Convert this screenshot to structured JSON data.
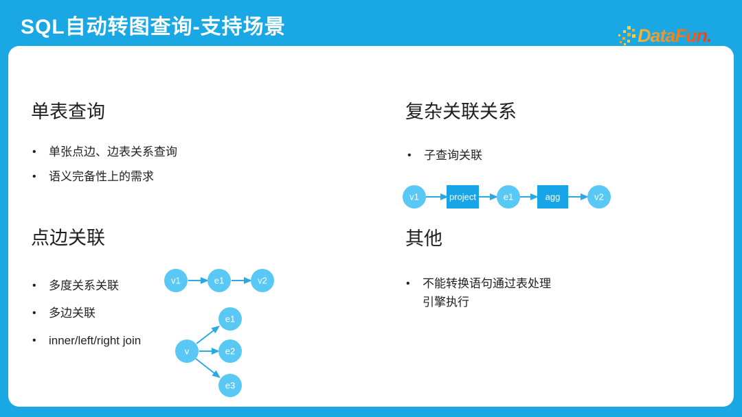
{
  "slide": {
    "title": "SQL自动转图查询-支持场景",
    "logo_text": "DataFun."
  },
  "sections": {
    "single_table": {
      "heading": "单表查询",
      "bullets": [
        "单张点边、边表关系查询",
        "语义完备性上的需求"
      ]
    },
    "complex_relation": {
      "heading": "复杂关联关系",
      "bullets": [
        "子查询关联"
      ]
    },
    "vertex_edge": {
      "heading": "点边关联",
      "bullets": [
        "多度关系关联",
        "多边关联",
        "inner/left/right join"
      ]
    },
    "other": {
      "heading": "其他",
      "bullets": [
        "不能转换语句通过表处理引擎执行"
      ]
    }
  },
  "diagrams": {
    "subquery_pipeline": {
      "nodes": [
        {
          "id": "v1",
          "label": "v1",
          "shape": "circle"
        },
        {
          "id": "project",
          "label": "project",
          "shape": "rect"
        },
        {
          "id": "e1",
          "label": "e1",
          "shape": "circle"
        },
        {
          "id": "agg",
          "label": "agg",
          "shape": "rect"
        },
        {
          "id": "v2",
          "label": "v2",
          "shape": "circle"
        }
      ],
      "edges": [
        [
          "v1",
          "project"
        ],
        [
          "project",
          "e1"
        ],
        [
          "e1",
          "agg"
        ],
        [
          "agg",
          "v2"
        ]
      ]
    },
    "multi_hop_chain": {
      "nodes": [
        {
          "id": "v1",
          "label": "v1",
          "shape": "circle"
        },
        {
          "id": "e1",
          "label": "e1",
          "shape": "circle"
        },
        {
          "id": "v2",
          "label": "v2",
          "shape": "circle"
        }
      ],
      "edges": [
        [
          "v1",
          "e1"
        ],
        [
          "e1",
          "v2"
        ]
      ]
    },
    "multi_edge_fan": {
      "nodes": [
        {
          "id": "v",
          "label": "v",
          "shape": "circle"
        },
        {
          "id": "e1",
          "label": "e1",
          "shape": "circle"
        },
        {
          "id": "e2",
          "label": "e2",
          "shape": "circle"
        },
        {
          "id": "e3",
          "label": "e3",
          "shape": "circle"
        }
      ],
      "edges": [
        [
          "v",
          "e1"
        ],
        [
          "v",
          "e2"
        ],
        [
          "v",
          "e3"
        ]
      ]
    }
  },
  "colors": {
    "accent_blue": "#19A8E4",
    "node_circle_fill": "#5AC8F5",
    "node_rect_fill": "#17A5E8",
    "arrow": "#2AAAE4",
    "logo_gradient_start": "#F4B73B",
    "logo_gradient_end": "#E2391B",
    "text_dark": "#212121",
    "card_bg": "#FFFFFF"
  }
}
